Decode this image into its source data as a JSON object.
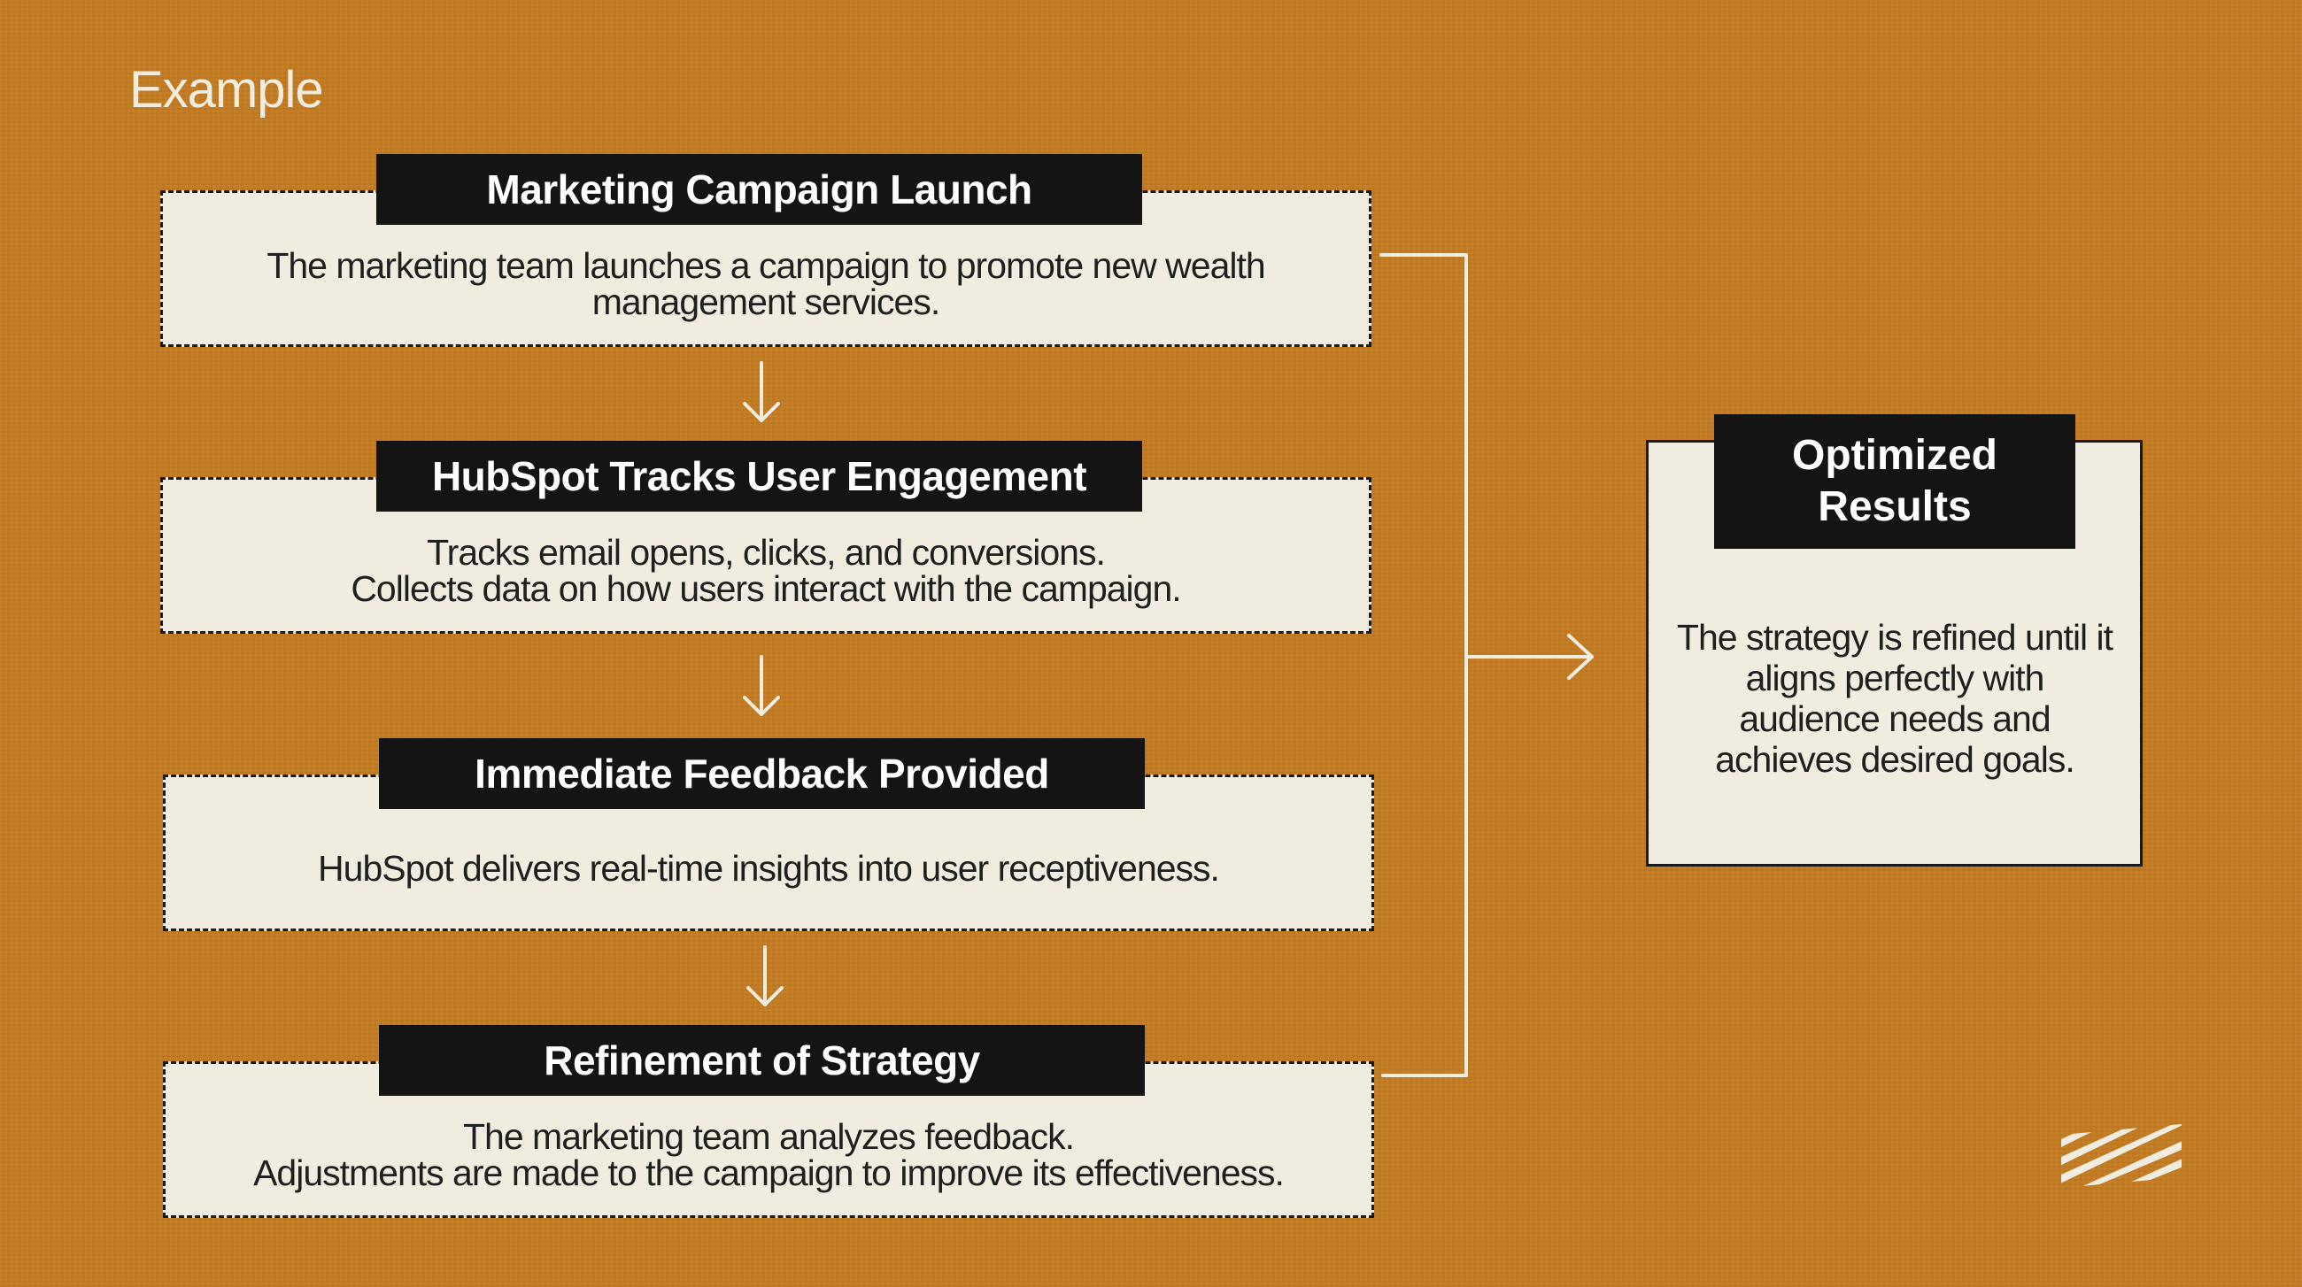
{
  "title": "Example",
  "steps": [
    {
      "title": "Marketing Campaign Launch",
      "line1": "The marketing team launches a campaign to promote new wealth",
      "line2": "management services."
    },
    {
      "title": "HubSpot Tracks User Engagement",
      "line1": "Tracks email opens, clicks, and conversions.",
      "line2": "Collects data on how users interact with the campaign."
    },
    {
      "title": "Immediate Feedback Provided",
      "line1": "HubSpot delivers real-time insights into user receptiveness."
    },
    {
      "title": "Refinement of Strategy",
      "line1": "The marketing team analyzes feedback.",
      "line2": "Adjustments are made to the campaign to improve its effectiveness."
    }
  ],
  "result": {
    "title_line1": "Optimized",
    "title_line2": "Results",
    "text_lines": [
      "The strategy is refined until it",
      "aligns perfectly with",
      "audience needs and",
      "achieves desired goals."
    ]
  },
  "logo": {
    "icon": "striped-logo-icon"
  },
  "colors": {
    "background": "#c37c22",
    "box_fill": "#f1ece0",
    "tab_fill": "#141414",
    "line": "#f1ece0"
  }
}
